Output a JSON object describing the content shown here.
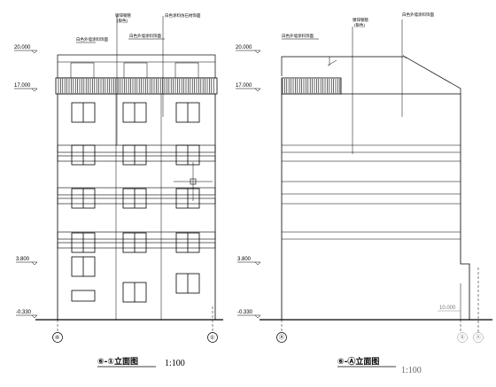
{
  "drawing": {
    "left": {
      "title": "⑥-①立面图",
      "scale": "1:100",
      "axis_left": "⑥",
      "axis_right": "①",
      "levels": [
        "20.000",
        "17.000",
        "3.800",
        "-0.330"
      ],
      "notes": [
        "镀锌钢管",
        "(银色)",
        "白色涂料仿石材饰面",
        "白色外墙涂料饰面",
        "白色外墙涂料饰面"
      ]
    },
    "right": {
      "title": "⑥-Ⓐ立面图",
      "scale": "1:100",
      "axis_left": "Ⓐ",
      "axis_right_a": "Ⓑ",
      "axis_right_b": "Ⓐ",
      "levels": [
        "20.000",
        "17.000",
        "3.800",
        "-0.330",
        "10.000"
      ],
      "notes": [
        "镀锌钢管",
        "(银色)",
        "白色外墙涂料饰面",
        "白色外墙涂料饰面"
      ]
    }
  }
}
